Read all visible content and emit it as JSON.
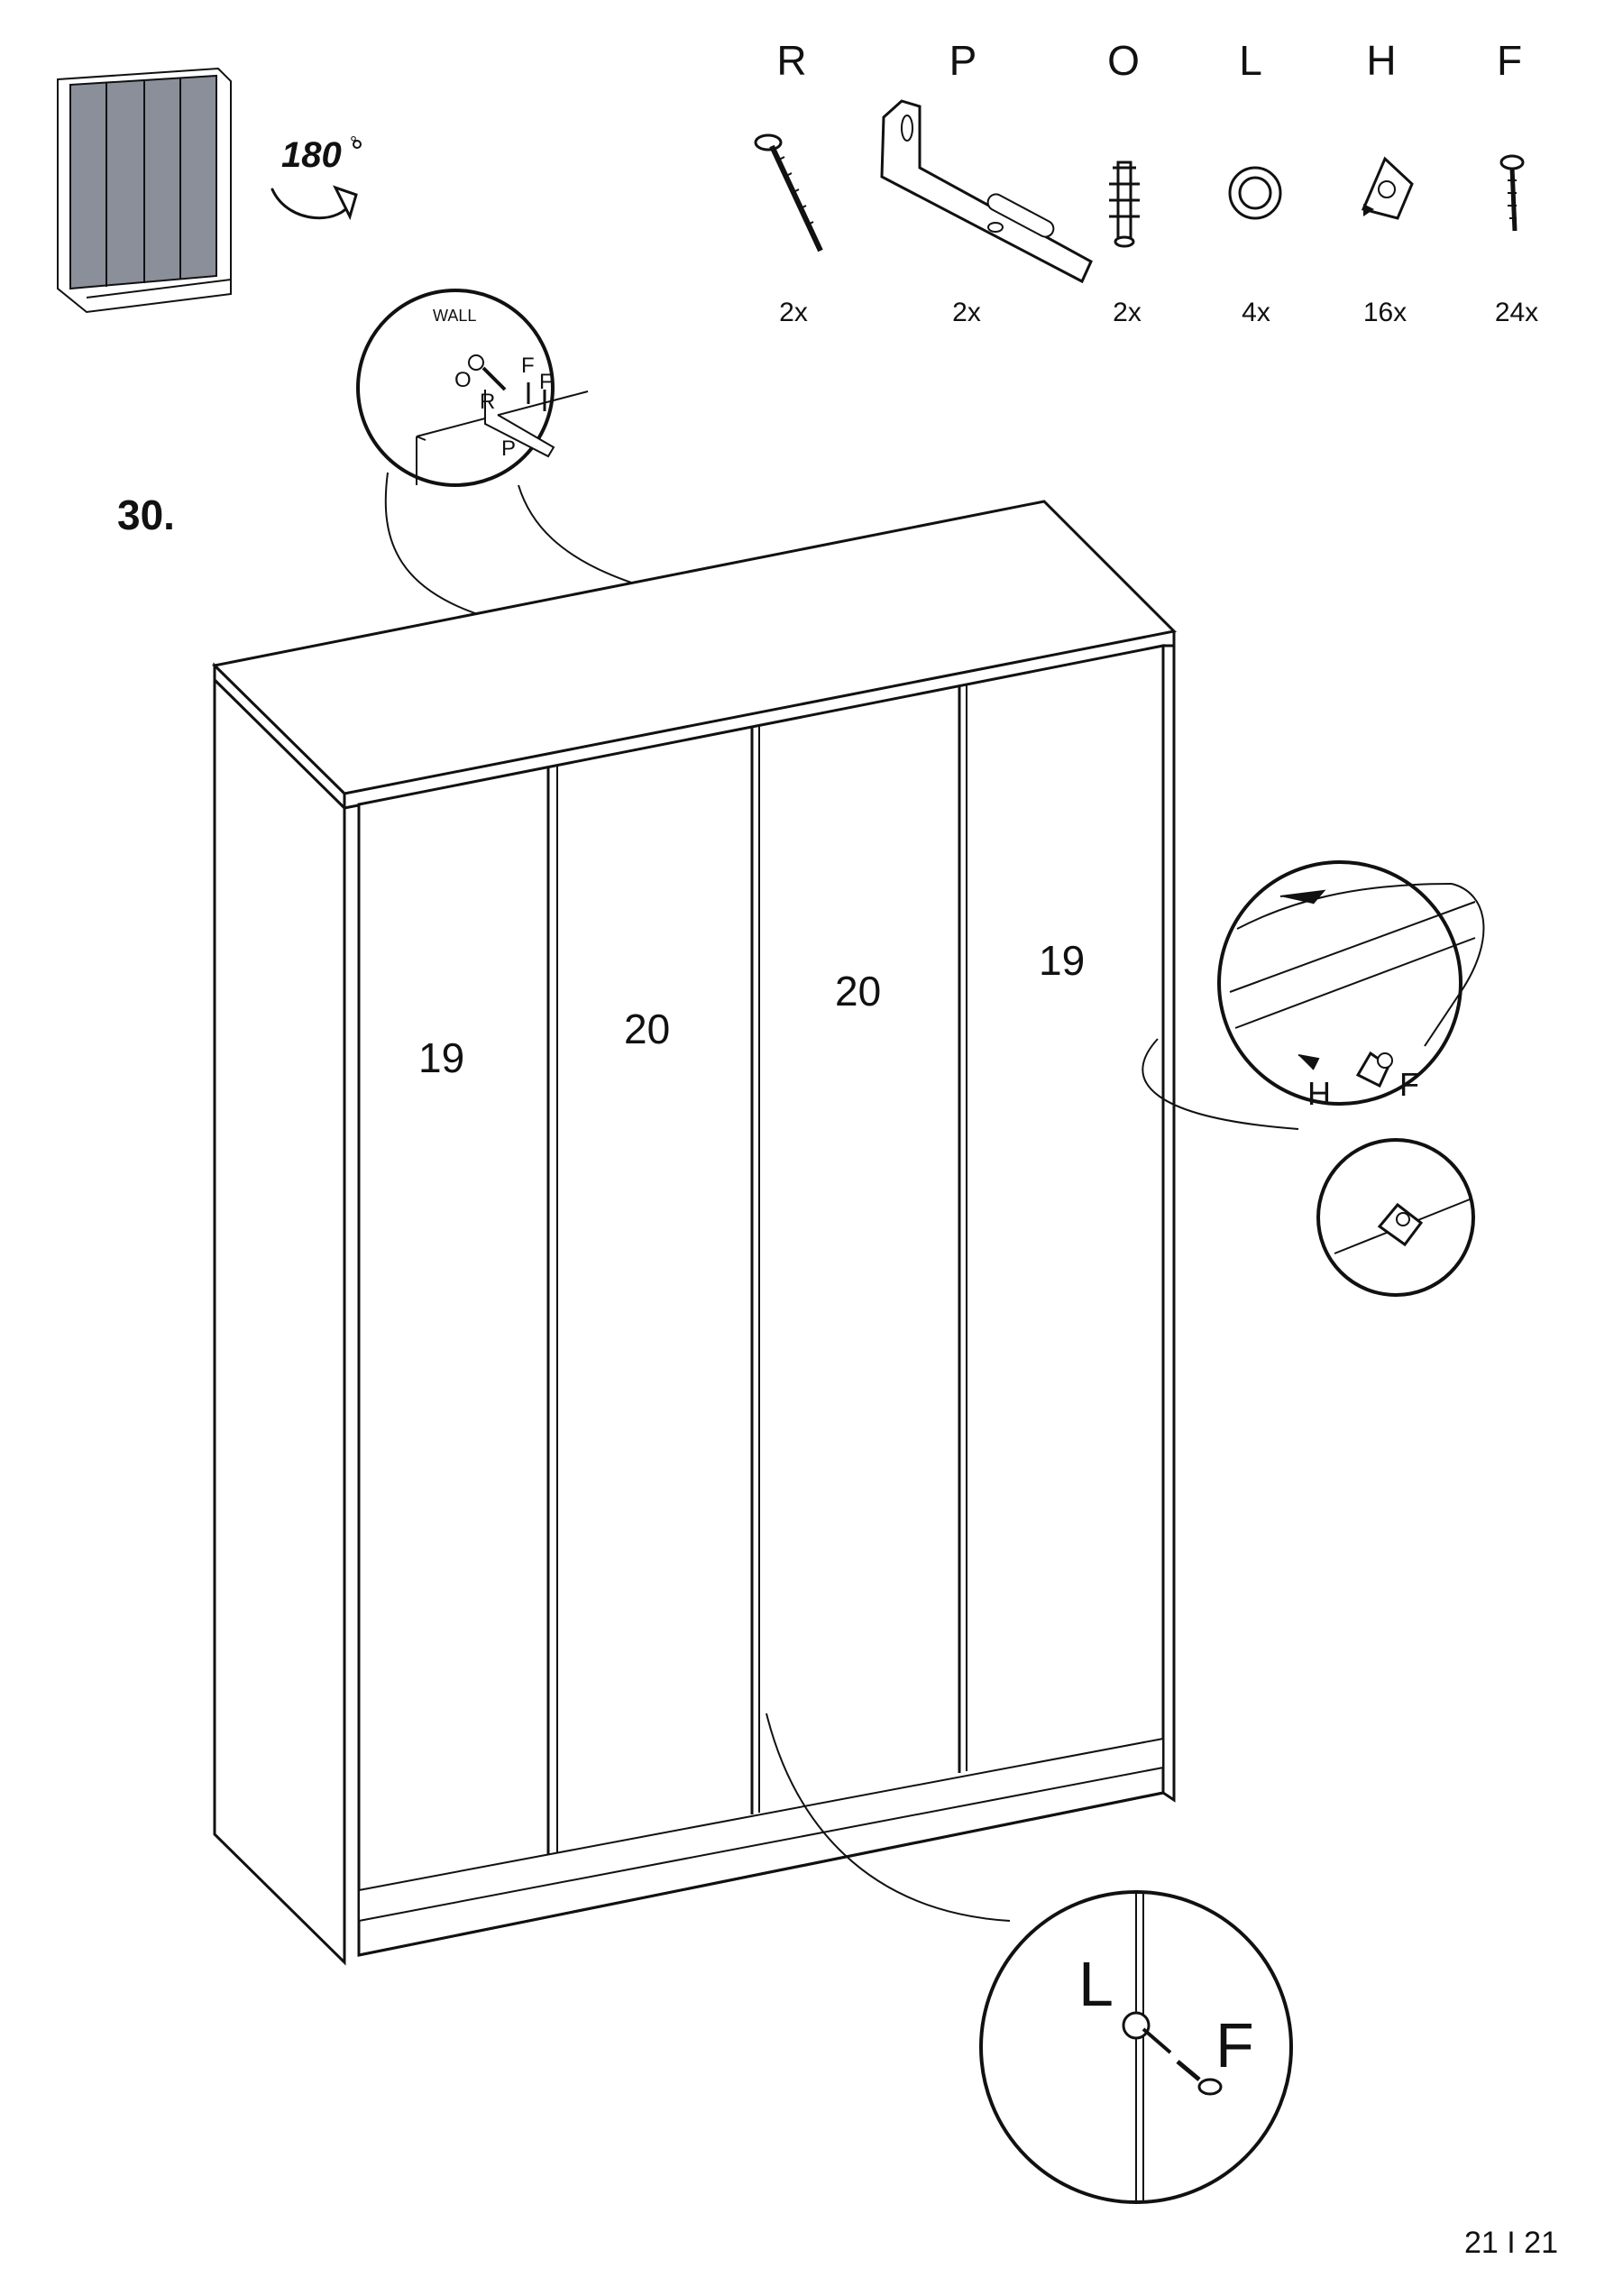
{
  "rotation": {
    "value": "180",
    "unit": "°"
  },
  "step": {
    "number": "30."
  },
  "parts": [
    {
      "letter": "R",
      "qty": "2x",
      "icon": "long-screw-icon"
    },
    {
      "letter": "P",
      "qty": "2x",
      "icon": "wall-bracket-icon"
    },
    {
      "letter": "O",
      "qty": "2x",
      "icon": "wall-plug-icon"
    },
    {
      "letter": "L",
      "qty": "4x",
      "icon": "ring-washer-icon"
    },
    {
      "letter": "H",
      "qty": "16x",
      "icon": "corner-block-icon"
    },
    {
      "letter": "F",
      "qty": "24x",
      "icon": "small-screw-icon"
    }
  ],
  "wall_detail": {
    "wall_label": "WALL",
    "labels": [
      "O",
      "F",
      "F",
      "R",
      "P"
    ]
  },
  "panels": [
    "19",
    "20",
    "20",
    "19"
  ],
  "corner_detail": {
    "labels": [
      "H",
      "F"
    ]
  },
  "bottom_detail": {
    "labels": [
      "L",
      "F"
    ]
  },
  "page_number": "21 I 21"
}
